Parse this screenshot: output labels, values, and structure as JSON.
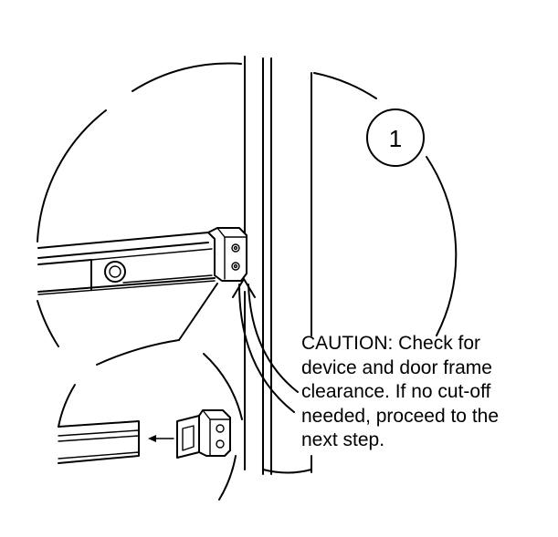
{
  "step": {
    "number": "1"
  },
  "caution": {
    "lines": [
      "CAUTION: Check for",
      "device and door frame",
      "clearance. If no cut-off",
      "needed, proceed to the",
      "next step."
    ]
  },
  "colors": {
    "line": "#000000",
    "background": "#ffffff"
  }
}
